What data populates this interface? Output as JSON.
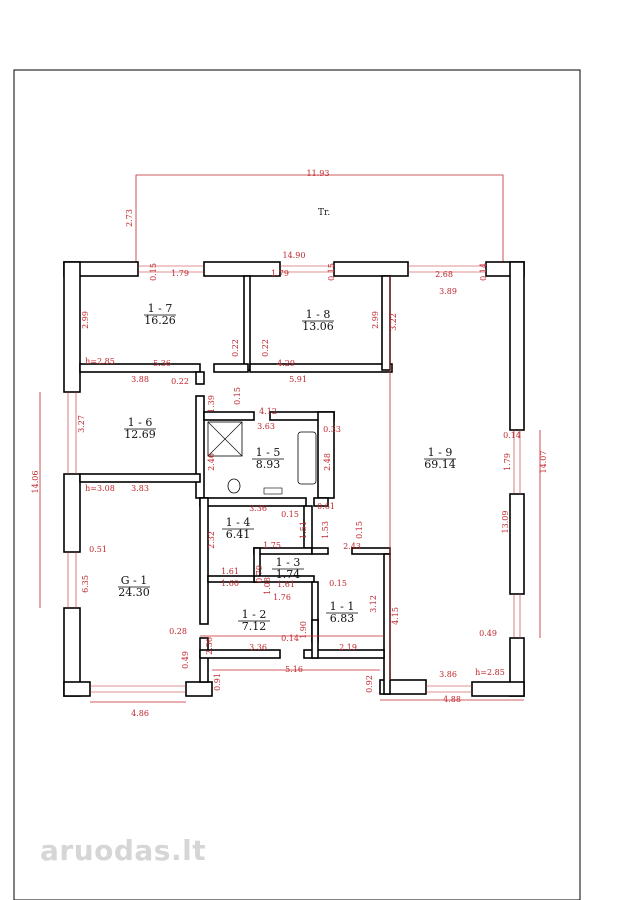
{
  "rooms": [
    {
      "id": "1 - 7",
      "area": "16.26"
    },
    {
      "id": "1 - 8",
      "area": "13.06"
    },
    {
      "id": "1 - 6",
      "area": "12.69"
    },
    {
      "id": "1 - 5",
      "area": "8.93"
    },
    {
      "id": "1 - 9",
      "area": "69.14"
    },
    {
      "id": "1 - 4",
      "area": "6.41"
    },
    {
      "id": "1 - 3",
      "area": "1.74"
    },
    {
      "id": "G - 1",
      "area": "24.30"
    },
    {
      "id": "1 - 2",
      "area": "7.12"
    },
    {
      "id": "1 - 1",
      "area": "6.83"
    }
  ],
  "terrace_label": "Tr.",
  "dims": [
    "11.93",
    "2.73",
    "14.90",
    "0.15",
    "1.79",
    "1.79",
    "0.15",
    "2.68",
    "0.14",
    "3.89",
    "2.99",
    "2.99",
    "3.22",
    "0.22",
    "0.22",
    "h=2.85",
    "5.36",
    "4.29",
    "3.88",
    "0.22",
    "5.91",
    "0.15",
    "1.39",
    "4.12",
    "3.63",
    "0.33",
    "3.27",
    "2.46",
    "2.48",
    "0.14",
    "1.79",
    "14.07",
    "14.06",
    "h=3.08",
    "3.83",
    "3.36",
    "0.15",
    "0.61",
    "13.09",
    "0.15",
    "2.32",
    "1.51",
    "1.53",
    "0.51",
    "1.75",
    "2.43",
    "1.61",
    "0.79",
    "1.08",
    "1.61",
    "0.15",
    "3.12",
    "4.15",
    "6.35",
    "1.60",
    "1.76",
    "0.28",
    "2.36",
    "1.90",
    "0.49",
    "0.14",
    "3.36",
    "2.19",
    "0.49",
    "5.16",
    "0.91",
    "0.92",
    "3.86",
    "h=2.85",
    "4.86",
    "4.88"
  ],
  "watermark": {
    "brand": "aruodas",
    "tld": ".lt"
  }
}
